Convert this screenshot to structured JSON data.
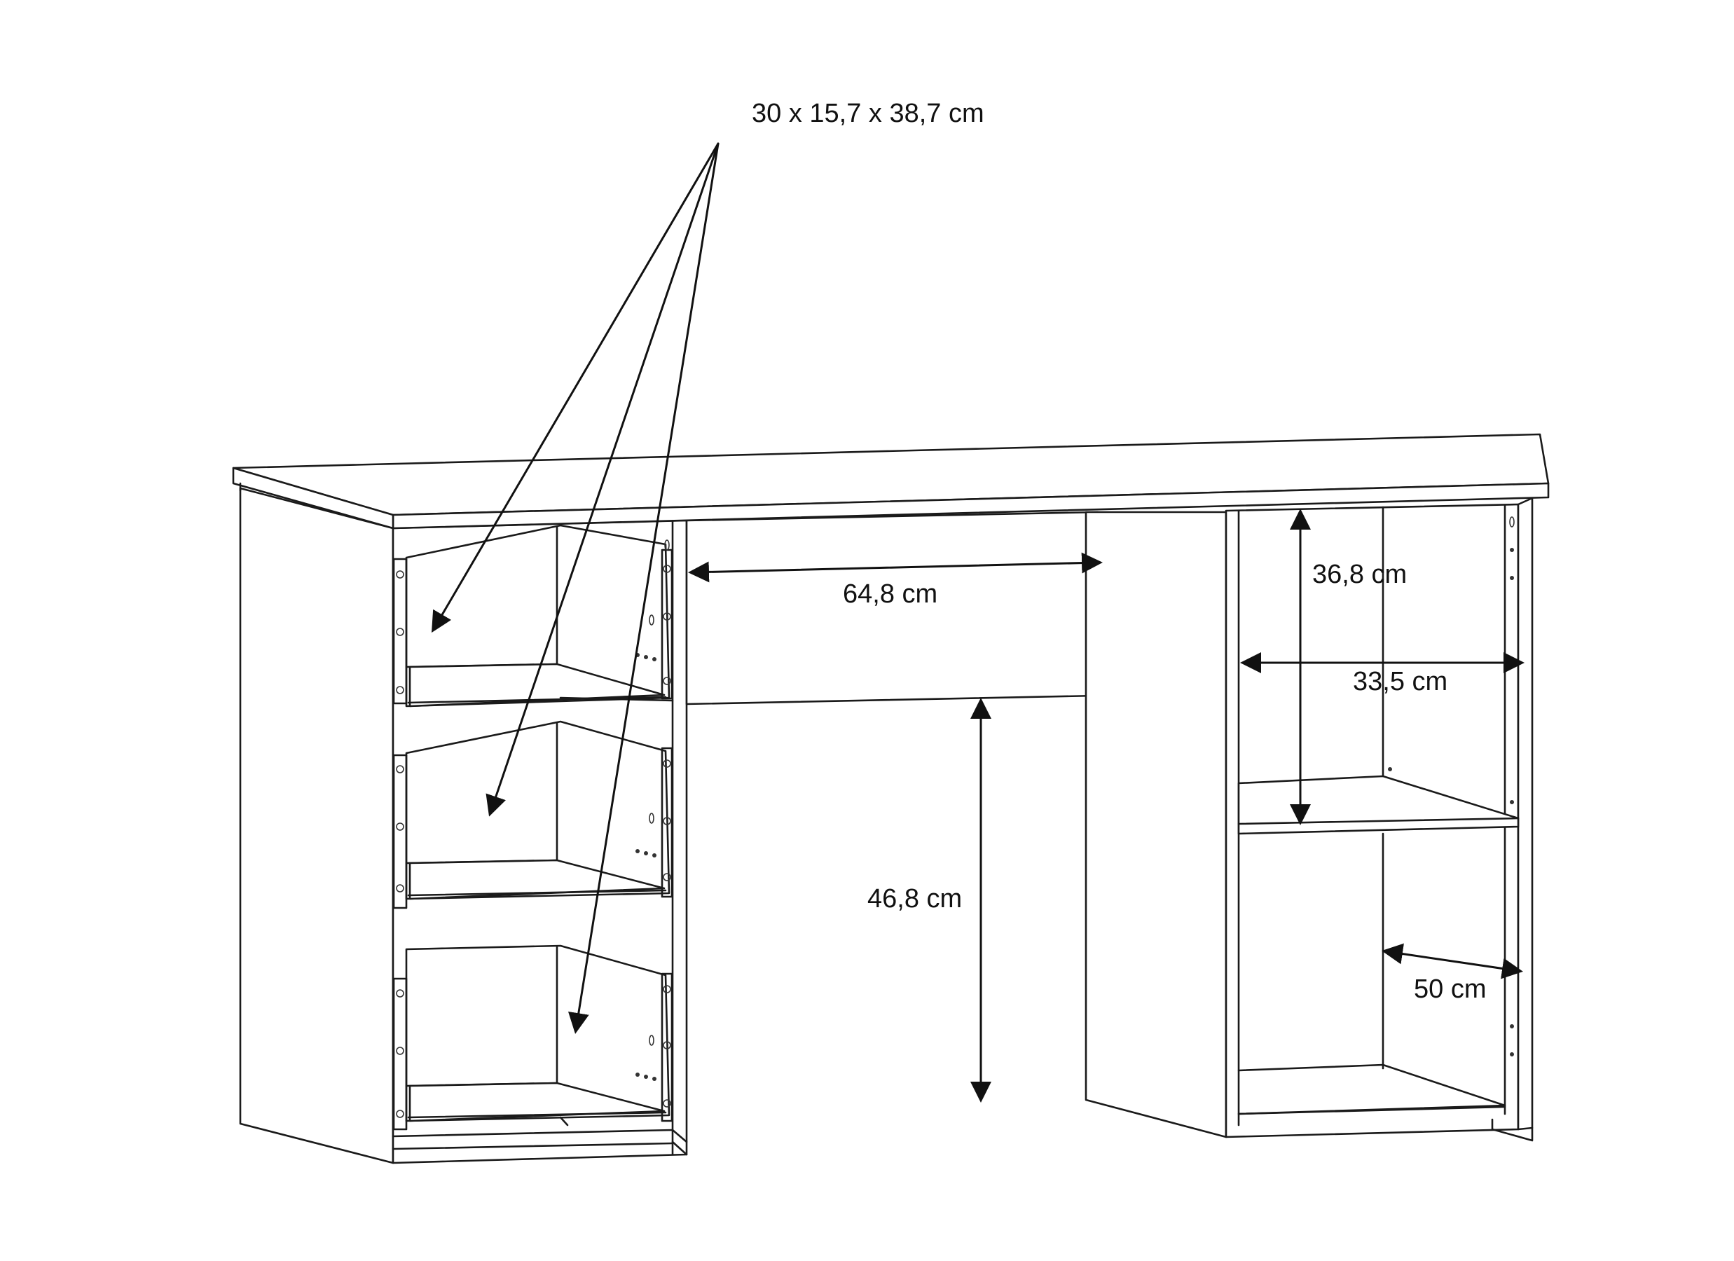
{
  "diagram": {
    "drawing": "desk",
    "annotations": {
      "drawer_size": "30 x 15,7 x 38,7 cm",
      "knee_width": "64,8 cm",
      "knee_height": "46,8 cm",
      "shelf_height": "36,8 cm",
      "shelf_width": "33,5 cm",
      "shelf_depth": "50 cm"
    },
    "colors": {
      "line": "#1a1a1a",
      "background": "#ffffff"
    }
  }
}
